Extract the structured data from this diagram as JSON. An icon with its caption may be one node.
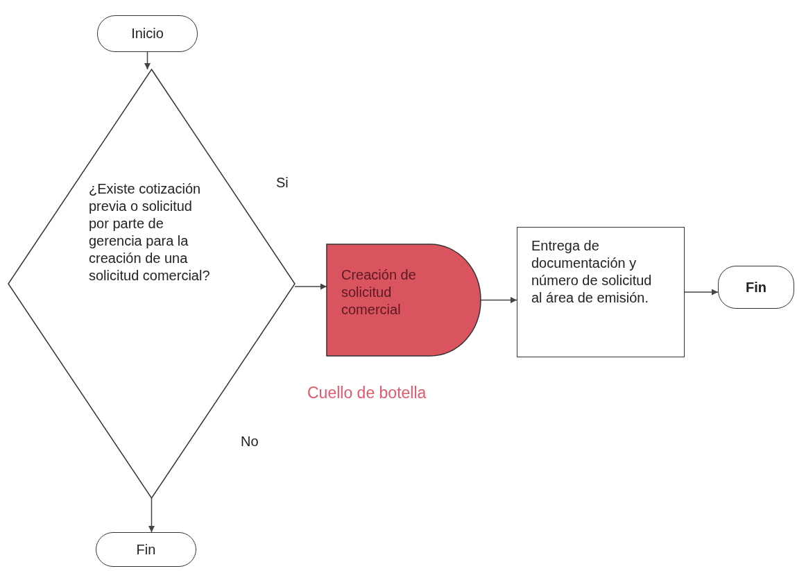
{
  "diagram": {
    "nodes": [
      {
        "text": [
          "Inicio"
        ]
      },
      {
        "text": [
          "¿Existe cotización previa o solicitud por parte de gerencia para la creación de una solicitud comercial?"
        ]
      },
      {
        "text": [
          "Creación de solicitud comercial"
        ]
      },
      {
        "text": [
          "Entrega de documentación y número de solicitud al área de emisión."
        ]
      },
      {
        "text": [
          "Fin"
        ]
      },
      {
        "text": [
          "Fin"
        ]
      }
    ],
    "edges": [
      {
        "from": 0,
        "to": 1,
        "arrow": "to"
      },
      {
        "from": 1,
        "to": 2,
        "arrow": "to"
      },
      {
        "from": 2,
        "to": 3,
        "arrow": "to"
      },
      {
        "from": 3,
        "to": 4,
        "arrow": "to"
      },
      {
        "from": 1,
        "to": 5,
        "arrow": "to"
      }
    ],
    "labels": [
      "Si",
      "Cuello de botella",
      "No"
    ]
  }
}
